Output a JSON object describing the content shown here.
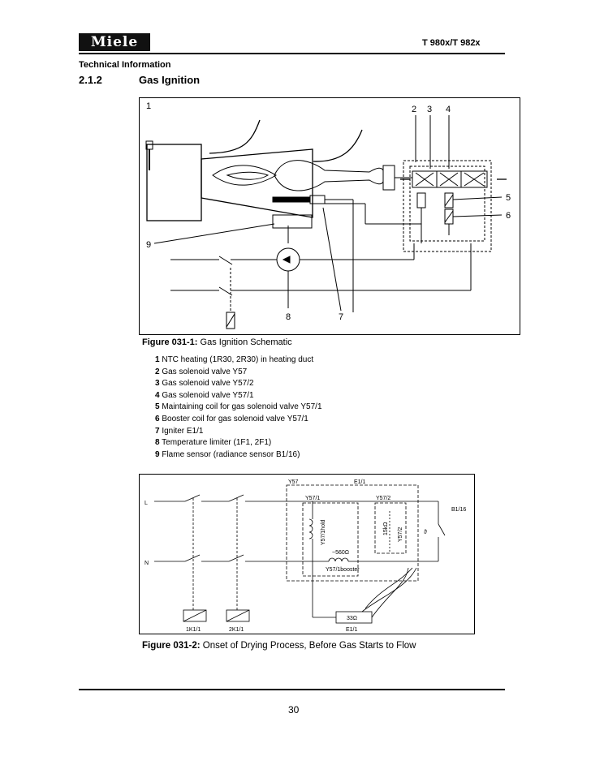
{
  "header": {
    "logo_text": "Miele",
    "model": "T 980x/T 982x"
  },
  "section": {
    "label": "Technical Information",
    "number": "2.1.2",
    "title": "Gas Ignition"
  },
  "figure1": {
    "caption_num": "Figure 031-1:",
    "caption_text": "Gas Ignition Schematic",
    "callouts": [
      "1",
      "2",
      "3",
      "4",
      "5",
      "6",
      "7",
      "8",
      "9"
    ],
    "legend": [
      {
        "num": "1",
        "text": "NTC heating (1R30, 2R30) in heating duct"
      },
      {
        "num": "2",
        "text": "Gas solenoid valve Y57"
      },
      {
        "num": "3",
        "text": "Gas solenoid valve Y57/2"
      },
      {
        "num": "4",
        "text": "Gas solenoid valve Y57/1"
      },
      {
        "num": "5",
        "text": "Maintaining coil for gas solenoid valve Y57/1"
      },
      {
        "num": "6",
        "text": "Booster coil for gas solenoid valve Y57/1"
      },
      {
        "num": "7",
        "text": "Igniter E1/1"
      },
      {
        "num": "8",
        "text": "Temperature limiter (1F1, 2F1)"
      },
      {
        "num": "9",
        "text": "Flame sensor (radiance sensor B1/16)"
      }
    ]
  },
  "figure2": {
    "caption_num": "Figure 031-2:",
    "caption_text": "Onset of Drying Process, Before Gas Starts to Flow",
    "labels": {
      "L": "L",
      "N": "N",
      "y57": "Y57",
      "e11_top": "E1/1",
      "y571": "Y57/1",
      "y572": "Y57/2",
      "b116": "B1/16",
      "hold": "Y57/1hold",
      "r15k": "15kΩ",
      "y572_vert": "Y57/2",
      "r560": "~560Ω",
      "booster": "Y57/1booster",
      "r33": "33Ω",
      "e11_bottom": "E1/1",
      "k11": "1K1/1",
      "k21": "2K1/1",
      "theta": "ϑ"
    }
  },
  "footer": {
    "page": "30"
  }
}
